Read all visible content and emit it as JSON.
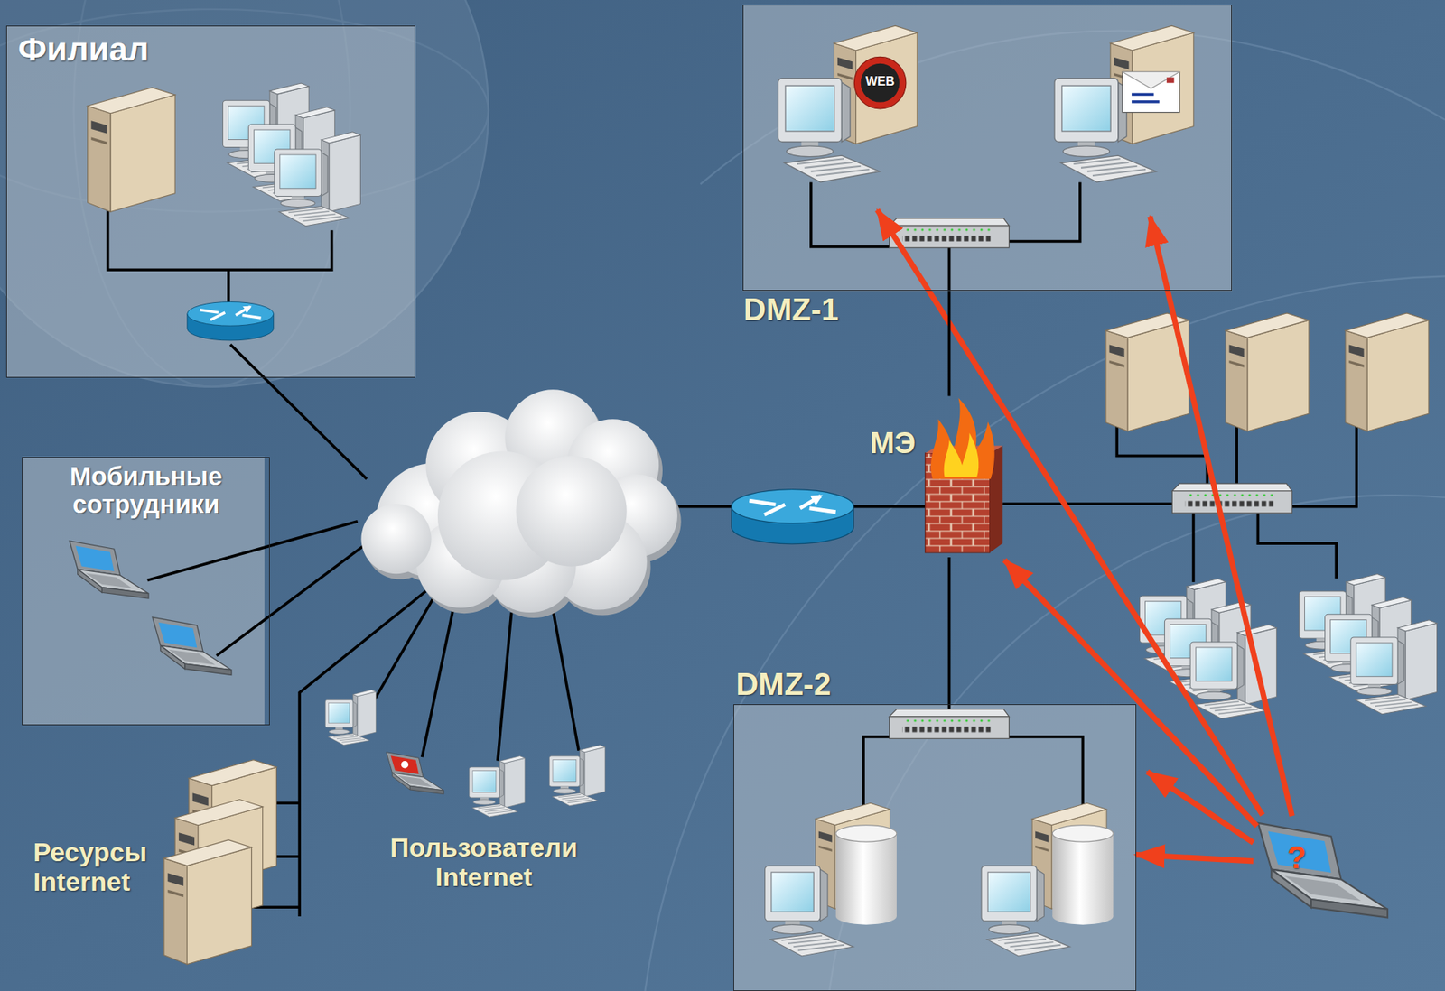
{
  "diagram": {
    "nodes": [
      {
        "text": [
          "Филиал"
        ]
      },
      {
        "text": [
          "DMZ-1"
        ]
      },
      {
        "text": [
          "Мобильные сотрудники"
        ]
      },
      {
        "text": [
          "МЭ"
        ]
      },
      {
        "text": [
          "DMZ-2"
        ]
      }
    ],
    "edges": [
      {
        "from": 3,
        "to": 1,
        "arrow": "none"
      },
      {
        "from": 3,
        "to": 4,
        "arrow": "none"
      }
    ],
    "labels": [
      "WEB",
      "Ресурсы Internet",
      "Пользователи Internet",
      "?"
    ]
  }
}
